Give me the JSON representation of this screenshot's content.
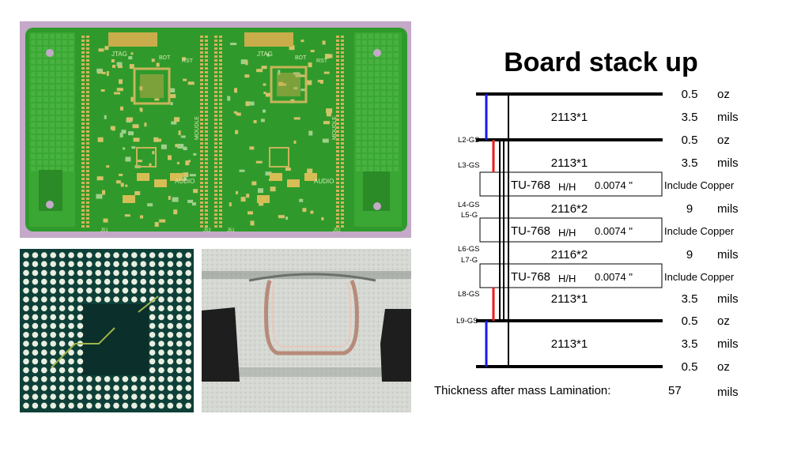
{
  "board_photo": {
    "labels": [
      "JTAG",
      "JTAG",
      "BOT",
      "RST",
      "BOT",
      "RST",
      "AUDIO",
      "AUDIO",
      "J51",
      "J52",
      "J51",
      "J52",
      "MOUDLE",
      "MOUDLE"
    ]
  },
  "stackup": {
    "title": "Board stack up",
    "layer_labels": [
      "L2-GS",
      "L3-GS",
      "L4-GS",
      "L5-G",
      "L6-GS",
      "L7-G",
      "L8-GS",
      "L9-GS"
    ],
    "copper_rows": [
      {
        "value": "0.5",
        "unit": "oz"
      },
      {
        "value": "0.5",
        "unit": "oz"
      },
      {
        "value": "0.5",
        "unit": "oz"
      },
      {
        "value": "0.5",
        "unit": "oz"
      }
    ],
    "dielectric_rows": [
      {
        "material": "2113*1",
        "value": "3.5",
        "unit": "mils"
      },
      {
        "material": "2113*1",
        "value": "3.5",
        "unit": "mils"
      },
      {
        "material": "2116*2",
        "value": "9",
        "unit": "mils"
      },
      {
        "material": "2116*2",
        "value": "9",
        "unit": "mils"
      },
      {
        "material": "2113*1",
        "value": "3.5",
        "unit": "mils"
      },
      {
        "material": "2113*1",
        "value": "3.5",
        "unit": "mils"
      }
    ],
    "core_rows": [
      {
        "name": "TU-768",
        "type": "H/H",
        "thickness": "0.0074 \"",
        "note": "Include Copper"
      },
      {
        "name": "TU-768",
        "type": "H/H",
        "thickness": "0.0074 \"",
        "note": "Include Copper"
      },
      {
        "name": "TU-768",
        "type": "H/H",
        "thickness": "0.0074 \"",
        "note": "Include Copper"
      }
    ],
    "total": {
      "label": "Thickness after mass Lamination:",
      "value": "57",
      "unit": "mils"
    }
  }
}
